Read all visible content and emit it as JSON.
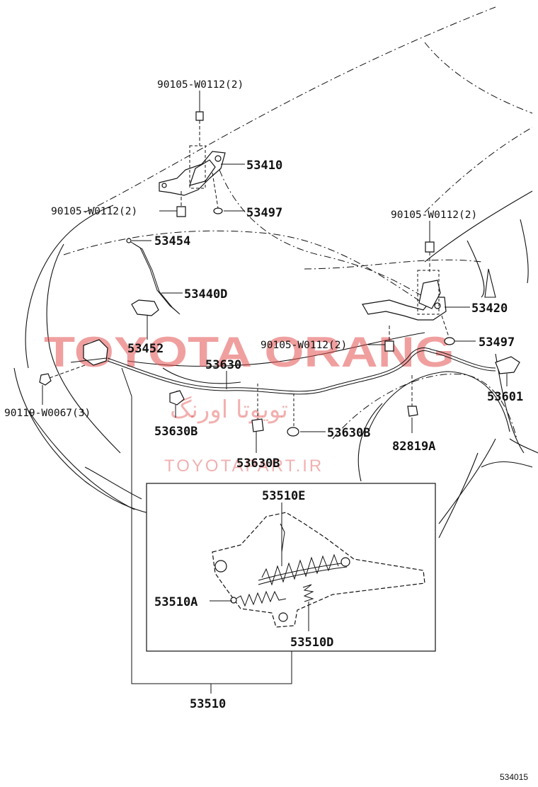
{
  "labels": {
    "bolt_top": "90105-W0112(2)",
    "hinge_left": "53410",
    "bolt_left": "90105-W0112(2)",
    "clip_left": "53497",
    "bolt_right_top": "90105-W0112(2)",
    "rod_end": "53454",
    "support_rod": "53440D",
    "rod_holder": "53452",
    "hinge_right": "53420",
    "bolt_right_mid": "90105-W0112(2)",
    "clip_right": "53497",
    "cable": "53630",
    "lever": "53601",
    "screw": "90119-W0067(3)",
    "clamp_a": "53630B",
    "clamp_b": "53630B",
    "clamp_c": "53630B",
    "nut": "82819A",
    "spring_e": "53510E",
    "spring_a": "53510A",
    "spring_d": "53510D",
    "lock_assy": "53510",
    "diagram_code": "534015"
  },
  "watermark": {
    "brand": "TOYOTA ORANG",
    "persian": "تویوتا اورنگ",
    "url": "TOYOTAPART.IR",
    "color": "#e35050"
  }
}
